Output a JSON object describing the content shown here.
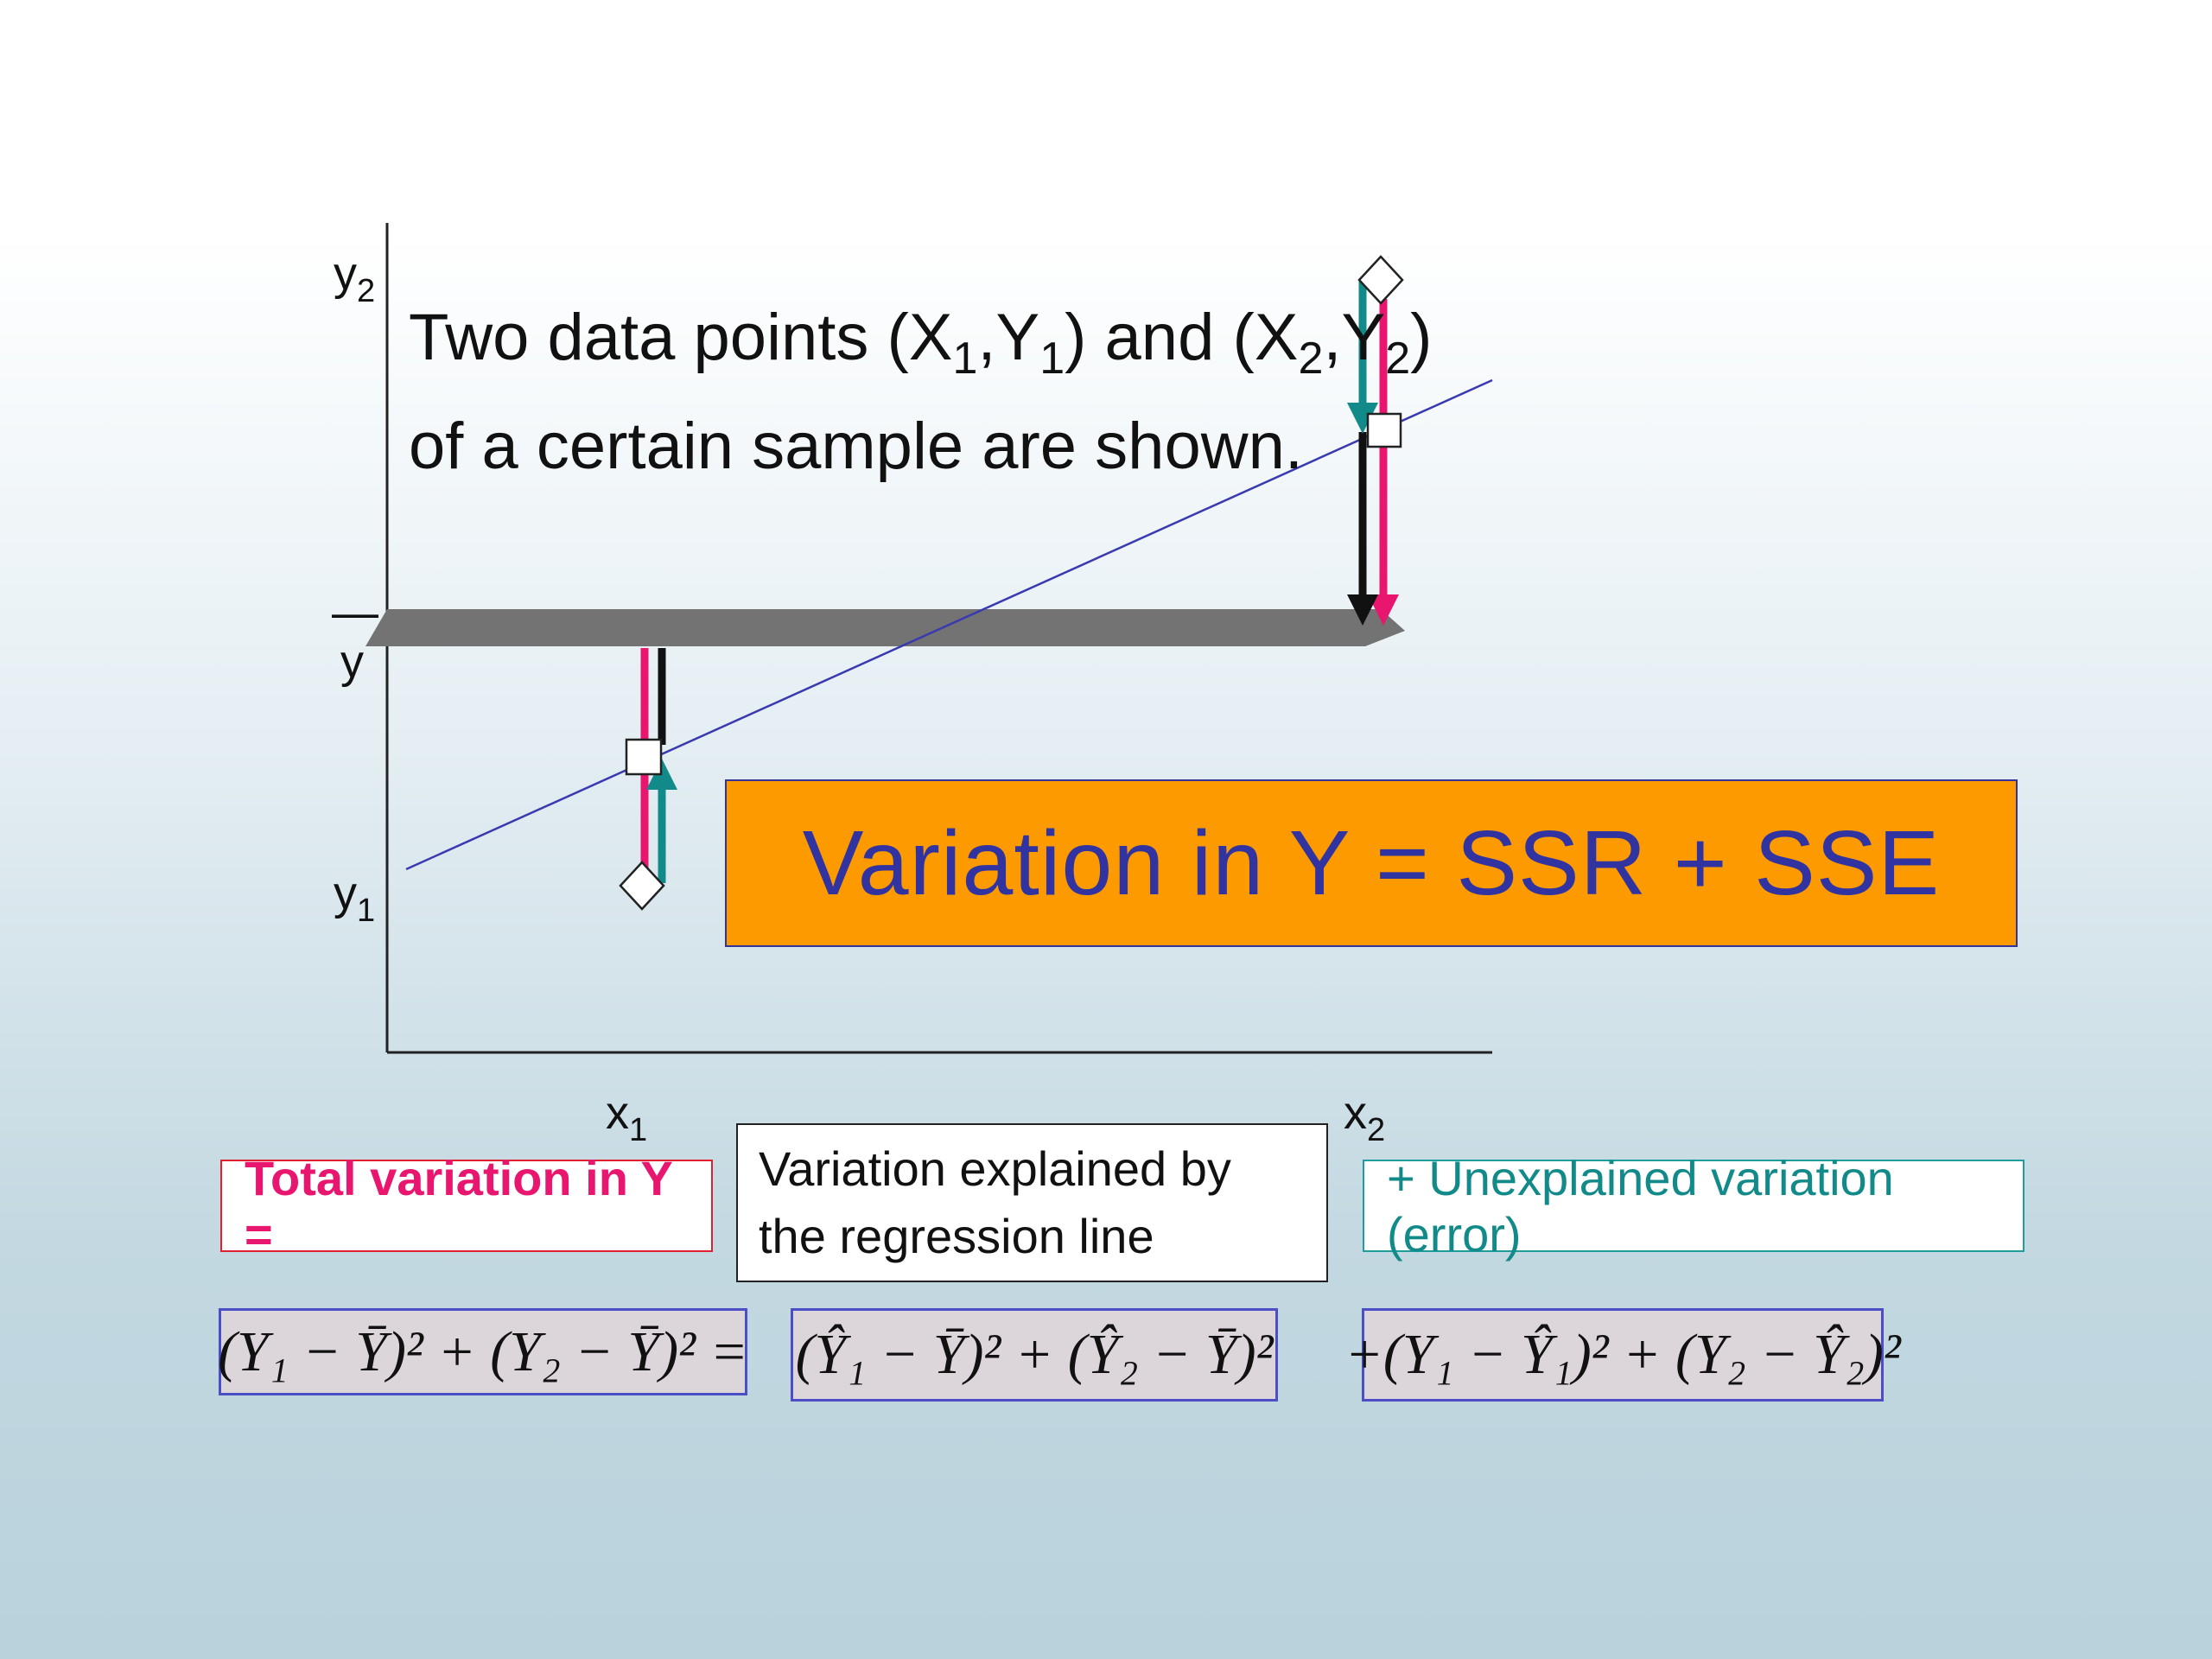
{
  "colors": {
    "regression_line": "#3a3ab0",
    "mean_band": "#737373",
    "total_arrow": "#e8166e",
    "explained_arrow": "#111111",
    "error_arrow": "#138a8a",
    "variation_box": "#fd9a00"
  },
  "axis_labels": {
    "y2": {
      "base": "y",
      "sub": "2"
    },
    "ybar": {
      "base": "y",
      "bar": "—"
    },
    "y1": {
      "base": "y",
      "sub": "1"
    },
    "x1": {
      "base": "x",
      "sub": "1"
    },
    "x2": {
      "base": "x",
      "sub": "2"
    }
  },
  "caption": {
    "line1": {
      "a": "Two data points (X",
      "s1": "1",
      "b": ",Y",
      "s2": "1",
      "c": ") and (X",
      "s3": "2",
      "d": ",Y",
      "s4": "2",
      "e": ")"
    },
    "line2": "of a certain sample are shown."
  },
  "headline": "Variation in Y = SSR + SSE",
  "labels": {
    "total": "Total variation in Y =",
    "explained": "Variation explained by the regression line",
    "unexplained": "+ Unexplained variation (error)"
  },
  "formulas": {
    "total": "(Y₁ − Ȳ)² + (Y₂ − Ȳ)² =",
    "explained": "(Ŷ₁ − Ȳ)² + (Ŷ₂ − Ȳ)²",
    "unexplained": "+(Y₁ − Ŷ₁)² + (Y₂ − Ŷ₂)²"
  }
}
